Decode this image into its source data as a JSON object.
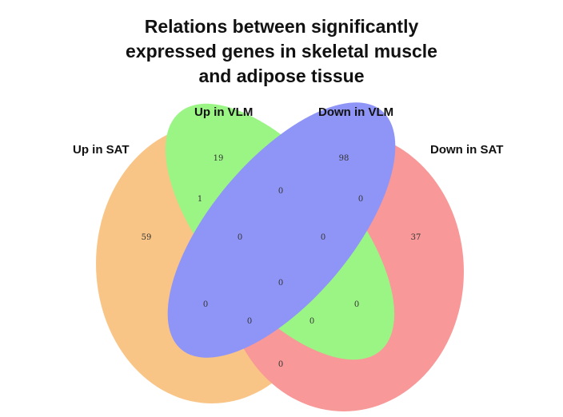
{
  "title_lines": [
    "Relations between significantly",
    "expressed genes in skeletal muscle",
    "and adipose tissue"
  ],
  "sets": {
    "up_sat": {
      "label": "Up in SAT",
      "color": "#f6a23e"
    },
    "up_vlm": {
      "label": "Up in VLM",
      "color": "#5fef3c"
    },
    "down_vlm": {
      "label": "Down in VLM",
      "color": "#4b55f2"
    },
    "down_sat": {
      "label": "Down in SAT",
      "color": "#f45a5a"
    }
  },
  "regions": {
    "up_vlm_only": "19",
    "down_vlm_only": "98",
    "up_sat_only": "59",
    "down_sat_only": "37",
    "up_sat_up_vlm": "1",
    "up_vlm_down_vlm": "0",
    "down_vlm_down_sat": "0",
    "up_sat_up_vlm_down_vlm": "0",
    "up_vlm_down_vlm_down_sat": "0",
    "all_four": "0",
    "up_sat_down_vlm": "0",
    "up_vlm_down_sat": "0",
    "up_sat_down_vlm_down_sat": "0",
    "up_sat_up_vlm_down_sat": "0",
    "up_sat_down_sat": "0"
  }
}
